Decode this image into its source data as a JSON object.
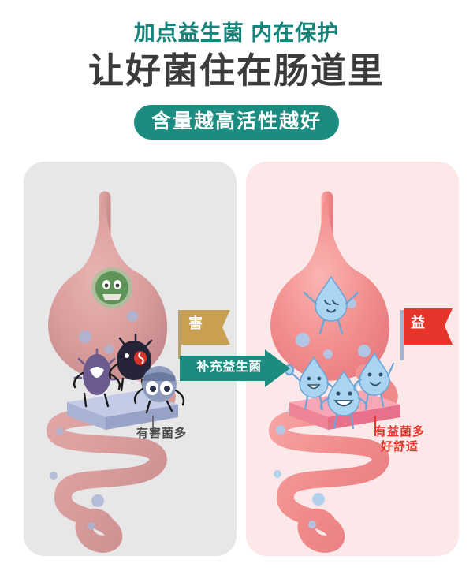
{
  "header": {
    "subtitle": "加点益生菌 内在保护",
    "title": "让好菌住在肠道里",
    "badge": "含量越高活性越好",
    "subtitle_color": "#16867c",
    "title_color": "#3b3b3b",
    "badge_bg": "#1b8c7f",
    "badge_text_color": "#ffffff"
  },
  "panels": {
    "left": {
      "bg_color": "#e7e7e7",
      "organ_color": "#d79a9a",
      "platform_color": "#b7c0de",
      "flag": {
        "label": "害",
        "bg_color": "#c9a052",
        "text_color": "#ffffff"
      },
      "caption": "有害菌多",
      "caption_color": "#4a4a4a",
      "germs": [
        {
          "name": "stomach-green-germ",
          "color": "#5f9459",
          "mood": "angry"
        },
        {
          "name": "purple-spiky-germ",
          "color": "#6b5b8e",
          "mood": "shouting"
        },
        {
          "name": "dark-navy-germ",
          "color": "#252338",
          "mood": "menacing"
        },
        {
          "name": "gray-blue-germ",
          "color": "#8e9bbd",
          "mood": "sneaky"
        }
      ]
    },
    "right": {
      "bg_color": "#fce8e9",
      "organ_color": "#f08a8a",
      "platform_color": "#f2909f",
      "flag": {
        "label": "益",
        "bg_color": "#e8352c",
        "text_color": "#ffffff"
      },
      "caption_line1": "有益菌多",
      "caption_line2": "好舒适",
      "caption_color": "#e8352c",
      "probiotics": [
        {
          "name": "stomach-droplet",
          "color": "#a9d4f2",
          "mood": "cheering"
        },
        {
          "name": "droplet-thumbsup",
          "color": "#a9d4f2",
          "mood": "happy"
        },
        {
          "name": "droplet-center",
          "color": "#a9d4f2",
          "mood": "laughing"
        },
        {
          "name": "droplet-pointing",
          "color": "#a9d4f2",
          "mood": "smiling"
        }
      ]
    }
  },
  "arrow": {
    "label": "补充益生菌",
    "bg_color": "#1b8c7f",
    "text_color": "#ffffff"
  }
}
